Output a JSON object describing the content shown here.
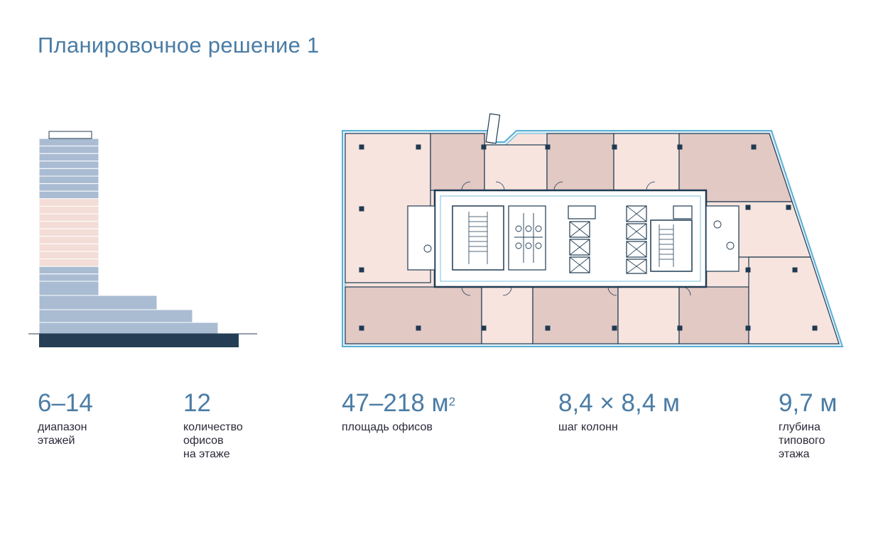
{
  "title": "Планировочное решение 1",
  "colors": {
    "title": "#4a7ca5",
    "floor_blue": "#a9bcd2",
    "floor_highlight": "#f3ddd6",
    "base_dark": "#253e55",
    "office_light": "#f7e4de",
    "office_dark": "#e2c9c4",
    "plan_outline": "#5ab0d6",
    "wall": "#1f3a52"
  },
  "tower": {
    "highlight_floor_range": [
      6,
      14
    ]
  },
  "stats": [
    {
      "value": "6–14",
      "value_sup": "",
      "label_lines": [
        "диапазон",
        "этажей"
      ]
    },
    {
      "value": "12",
      "value_sup": "",
      "label_lines": [
        "количество",
        "офисов",
        "на этаже"
      ]
    },
    {
      "value": "47–218 м",
      "value_sup": "2",
      "label_lines": [
        "площадь офисов"
      ]
    },
    {
      "value": "8,4 × 8,4 м",
      "value_sup": "",
      "label_lines": [
        "шаг колонн"
      ]
    },
    {
      "value": "9,7 м",
      "value_sup": "",
      "label_lines": [
        "глубина",
        "типового",
        "этажа"
      ]
    }
  ]
}
